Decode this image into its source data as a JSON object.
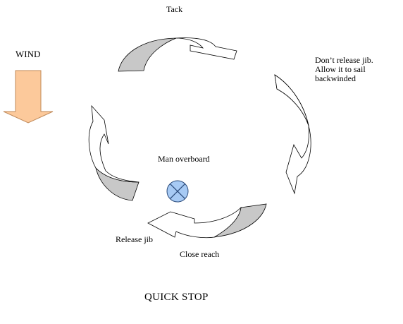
{
  "wind": {
    "label": "WIND"
  },
  "labels": {
    "tack": "Tack",
    "dont_release_jib": [
      "Don’t release jib.",
      "Allow it to sail",
      "backwinded"
    ],
    "man_overboard": "Man overboard",
    "release_jib": "Release jib",
    "close_reach": "Close reach"
  },
  "title": "QUICK STOP",
  "colors": {
    "wind_arrow_fill": "#fcc99b",
    "wind_arrow_stroke": "#c08a5a",
    "arrow_shadow": "#c8c8c8",
    "man_overboard_fill": "#a7caf4",
    "man_overboard_stroke": "#2a4a7a"
  }
}
